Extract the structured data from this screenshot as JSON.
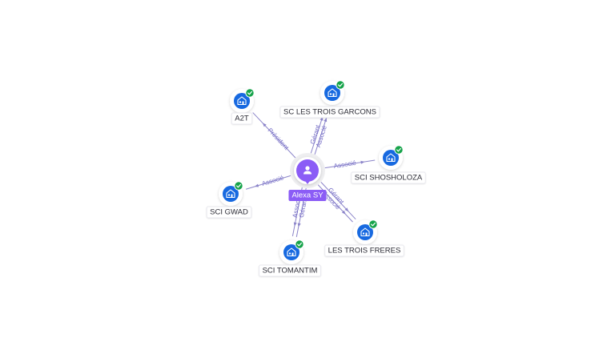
{
  "center": {
    "name": "Alexa SY",
    "icon": "person-icon"
  },
  "nodes": [
    {
      "id": "a2t",
      "name": "A2T",
      "icon": "building-icon",
      "status": "verified-check-icon"
    },
    {
      "id": "sc-les-trois-garcons",
      "name": "SC LES TROIS GARCONS",
      "icon": "building-icon",
      "status": "verified-check-icon"
    },
    {
      "id": "sci-shosholoza",
      "name": "SCI SHOSHOLOZA",
      "icon": "building-icon",
      "status": "verified-check-icon"
    },
    {
      "id": "les-trois-freres",
      "name": "LES TROIS FRERES",
      "icon": "building-icon",
      "status": "verified-check-icon"
    },
    {
      "id": "sci-tomantim",
      "name": "SCI TOMANTIM",
      "icon": "building-icon",
      "status": "verified-check-icon"
    },
    {
      "id": "sci-gwad",
      "name": "SCI GWAD",
      "icon": "building-icon",
      "status": "verified-check-icon"
    }
  ],
  "edges": [
    {
      "to": "a2t",
      "labels": [
        "Président"
      ]
    },
    {
      "to": "sc-les-trois-garcons",
      "labels": [
        "Gérant",
        "Associé"
      ]
    },
    {
      "to": "sci-shosholoza",
      "labels": [
        "Associé"
      ]
    },
    {
      "to": "les-trois-freres",
      "labels": [
        "Gérant",
        "Associé"
      ]
    },
    {
      "to": "sci-tomantim",
      "labels": [
        "Gérant",
        "Associé"
      ]
    },
    {
      "to": "sci-gwad",
      "labels": [
        "Associé"
      ]
    }
  ],
  "colors": {
    "accent": "#8b5cf6",
    "node_blue": "#1769e0",
    "check_green": "#16a34a",
    "edge": "#8b84c9",
    "edge_text": "#6f67c4"
  }
}
